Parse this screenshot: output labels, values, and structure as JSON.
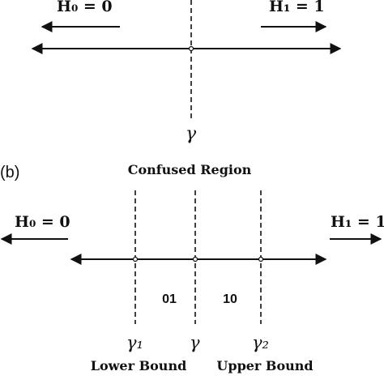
{
  "panel_a": {
    "h0_label": "H₀ = 0",
    "h1_label": "H₁ = 1",
    "threshold_label": "γ"
  },
  "panel_b": {
    "panel_label": "(b)",
    "region_title": "Confused Region",
    "h0_label": "H₀ = 0",
    "h1_label": "H₁ = 1",
    "region_left_code": "01",
    "region_right_code": "10",
    "gamma1_label": "γ₁",
    "gamma_label": "γ",
    "gamma2_label": "γ₂",
    "lower_bound_label": "Lower Bound",
    "upper_bound_label": "Upper Bound"
  }
}
